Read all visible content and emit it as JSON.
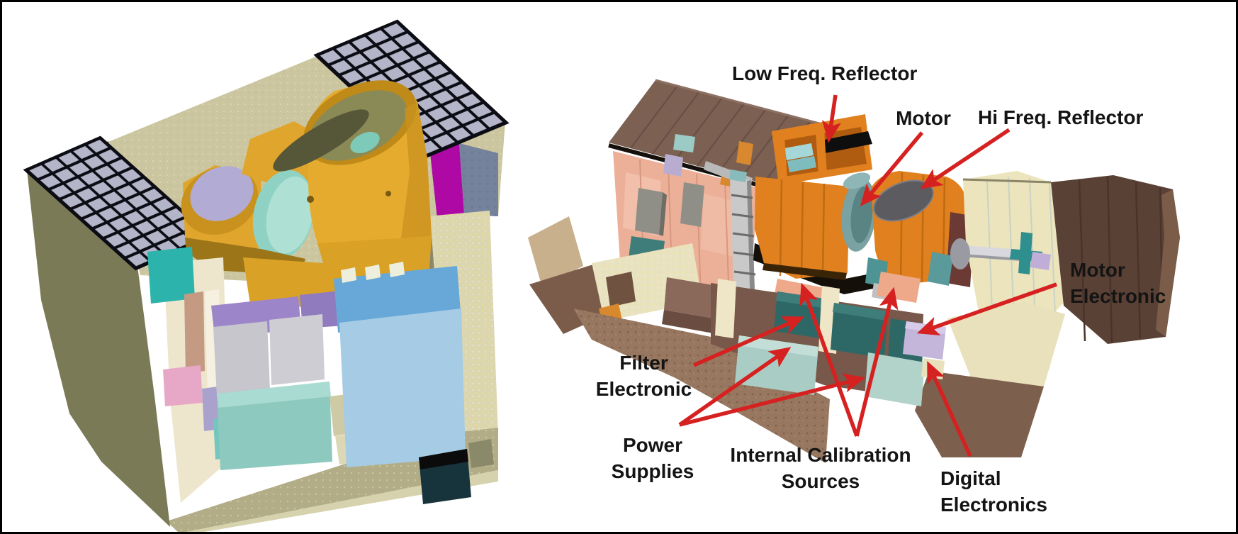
{
  "figure": {
    "type": "labeled-engineering-diagram",
    "description": "Two 3D CAD cutaway renderings of a spaceborne radiometer instrument: external view with solar panels (left) and internal cutaway with red callout arrows identifying components (right).",
    "palette": {
      "background": "#ffffff",
      "border": "#000000",
      "arrow_red": "#d62121",
      "label_text": "#141414",
      "gold_drum": "#e5ab2e",
      "orange_drum": "#e0801f",
      "structure_khaki": "#cbc6a0",
      "solar_cell": "#b5b5c9",
      "roof_brown": "#7c6153",
      "salmon_wall": "#ecb099",
      "teal_box_dark": "#2e6866",
      "teal_box_light": "#a9cdc5",
      "lavender_box": "#c3b6da"
    },
    "views": {
      "left": {
        "name": "external cutaway view",
        "features": [
          "solar panels",
          "scan drum",
          "electronics bay"
        ]
      },
      "right": {
        "name": "internal cutaway view",
        "features": [
          "reflector drums",
          "electronics shelf",
          "callout arrows"
        ]
      }
    },
    "callouts": [
      {
        "id": "low-freq-reflector",
        "lines": [
          "Low Freq. Reflector"
        ],
        "arrow_count": 1
      },
      {
        "id": "motor",
        "lines": [
          "Motor"
        ],
        "arrow_count": 1
      },
      {
        "id": "hi-freq-reflector",
        "lines": [
          "Hi Freq. Reflector"
        ],
        "arrow_count": 1
      },
      {
        "id": "motor-electronic",
        "lines": [
          "Motor",
          "Electronic"
        ],
        "arrow_count": 1
      },
      {
        "id": "filter-electronic",
        "lines": [
          "Filter",
          "Electronic"
        ],
        "arrow_count": 1
      },
      {
        "id": "power-supplies",
        "lines": [
          "Power",
          "Supplies"
        ],
        "arrow_count": 2
      },
      {
        "id": "internal-calibration-sources",
        "lines": [
          "Internal Calibration",
          "Sources"
        ],
        "arrow_count": 2
      },
      {
        "id": "digital-electronics",
        "lines": [
          "Digital",
          "Electronics"
        ],
        "arrow_count": 1
      }
    ]
  }
}
